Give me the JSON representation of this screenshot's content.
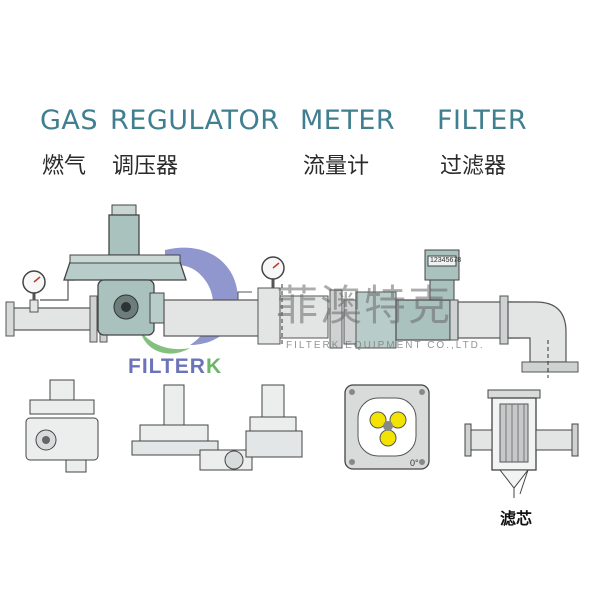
{
  "headers": [
    {
      "en": "GAS",
      "cn": "燃气"
    },
    {
      "en": "REGULATOR",
      "cn": "调压器"
    },
    {
      "en": "METER",
      "cn": "流量计"
    },
    {
      "en": "FILTER",
      "cn": "过滤器"
    }
  ],
  "logo": {
    "main": "FILTER",
    "accent": "K"
  },
  "watermark": {
    "cn": "菲澳特克",
    "en": "FILTERK EQUIPMENT CO.,LTD."
  },
  "meter_display": "12345678",
  "meter_rotor_angle": "0°",
  "filter_element_label": "滤芯",
  "colors": {
    "header_en": "#3f7f8f",
    "logo": "#6b74b8",
    "logo_accent": "#6eb56a",
    "pipe": "#e3e5e5",
    "body_fill": "#a9c2bd",
    "rotor": "#f2e400"
  }
}
